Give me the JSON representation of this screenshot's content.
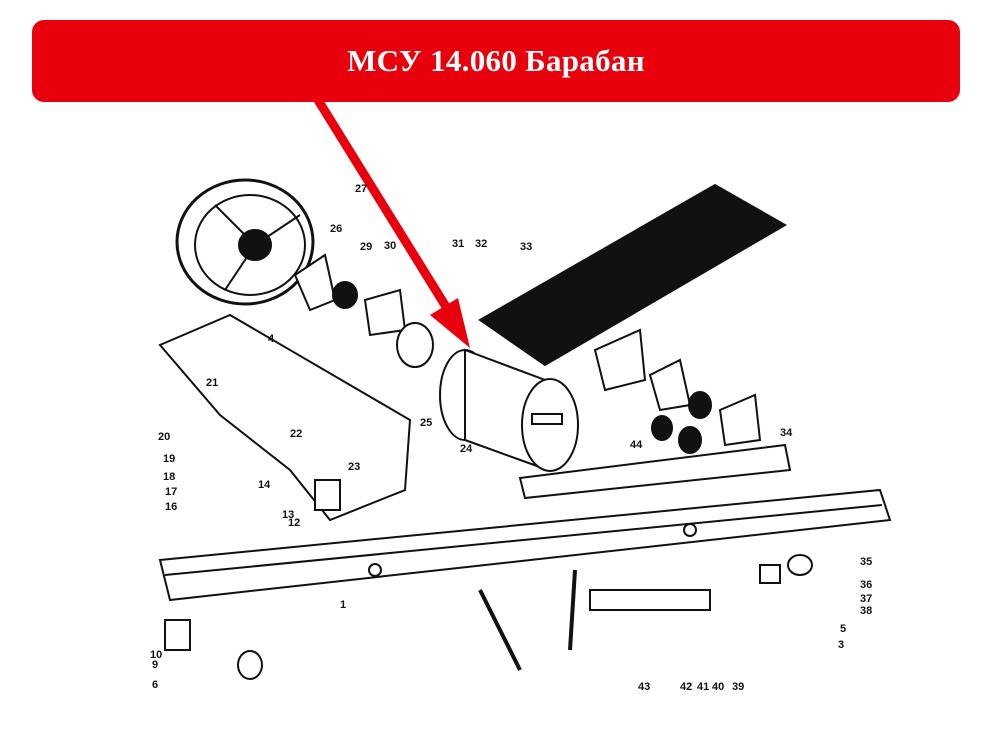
{
  "banner": {
    "title": "МСУ 14.060 Барабан",
    "color": "#e8000d"
  },
  "pointer": {
    "color": "#e8000d",
    "target": "24"
  },
  "diagram": {
    "part_labels": [
      "1",
      "3",
      "4",
      "5",
      "6",
      "9",
      "10",
      "12",
      "13",
      "14",
      "16",
      "17",
      "18",
      "19",
      "20",
      "21",
      "22",
      "23",
      "24",
      "25",
      "26",
      "27",
      "29",
      "30",
      "31",
      "32",
      "33",
      "34",
      "35",
      "36",
      "37",
      "38",
      "39",
      "40",
      "41",
      "42",
      "43",
      "44"
    ]
  }
}
